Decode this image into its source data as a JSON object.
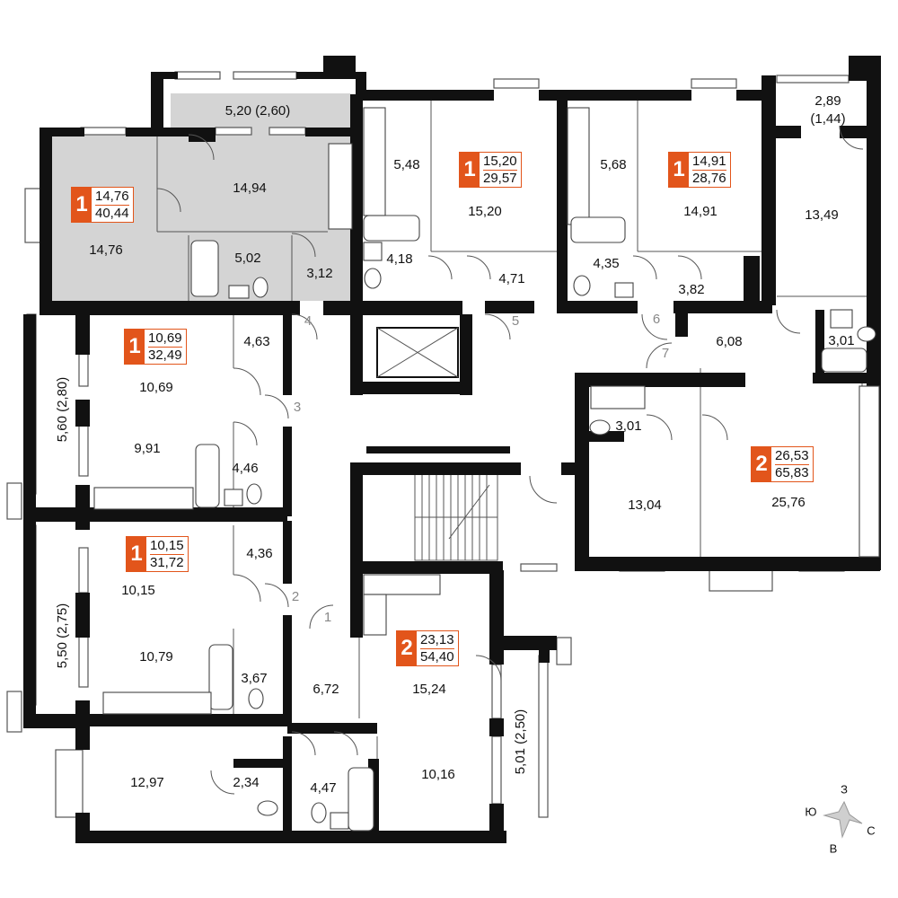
{
  "apartments": [
    {
      "rooms": "1",
      "living": "14,76",
      "total": "40,44"
    },
    {
      "rooms": "1",
      "living": "15,20",
      "total": "29,57"
    },
    {
      "rooms": "1",
      "living": "14,91",
      "total": "28,76"
    },
    {
      "rooms": "1",
      "living": "10,69",
      "total": "32,49"
    },
    {
      "rooms": "1",
      "living": "10,15",
      "total": "31,72"
    },
    {
      "rooms": "2",
      "living": "26,53",
      "total": "65,83"
    },
    {
      "rooms": "2",
      "living": "23,13",
      "total": "54,40"
    }
  ],
  "rooms": [
    "5,20 (2,60)",
    "14,94",
    "14,76",
    "5,02",
    "3,12",
    "5,48",
    "15,20",
    "4,18",
    "4,71",
    "5,68",
    "14,91",
    "4,35",
    "3,82",
    "2,89",
    "(1,44)",
    "13,49",
    "3,01",
    "6,08",
    "10,69",
    "4,63",
    "9,91",
    "4,46",
    "5,60 (2,80)",
    "10,15",
    "4,36",
    "10,79",
    "3,67",
    "5,50 (2,75)",
    "3,01",
    "13,04",
    "25,76",
    "6,72",
    "15,24",
    "10,16",
    "4,47",
    "2,34",
    "12,97",
    "5,01 (2,50)"
  ],
  "doors": [
    "1",
    "2",
    "3",
    "4",
    "5",
    "6",
    "7"
  ],
  "compass": {
    "north": "З",
    "west": "Ю",
    "east": "С",
    "south": "В"
  },
  "colors": {
    "accent": "#e2551b",
    "wall": "#111111",
    "highlight": "#d4d4d4"
  }
}
